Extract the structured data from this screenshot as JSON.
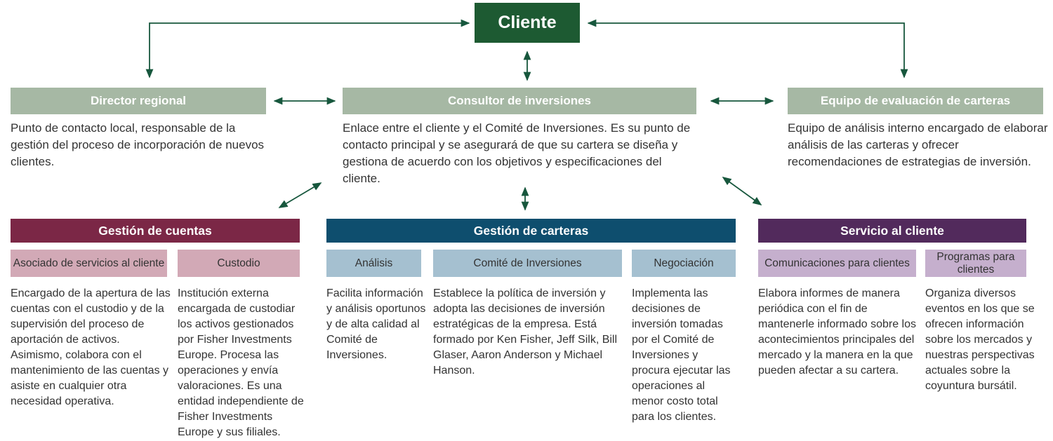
{
  "palette": {
    "green": "#1d5a32",
    "sage": "#a6b8a4",
    "maroon": "#7b2746",
    "pink": "#d2a9b6",
    "teal": "#0e4e6e",
    "blue": "#a5c0d0",
    "purple": "#522a5c",
    "lilac": "#c5afcd",
    "arrow": "#17573d",
    "text": "#333333"
  },
  "cliente": {
    "label": "Cliente"
  },
  "level2": [
    {
      "title": "Director regional",
      "description": "Punto de contacto local, responsable de la gestión del proceso de incorporación de nuevos clientes."
    },
    {
      "title": "Consultor de inversiones",
      "description": "Enlace entre el cliente y el Comité de Inversiones. Es su punto de contacto principal y se asegurará de que su cartera se diseña y gestiona de acuerdo con los objetivos y especificaciones del cliente."
    },
    {
      "title": "Equipo de evaluación de carteras",
      "description": "Equipo de análisis interno encargado de elaborar análisis de las carteras y ofrecer recomendaciones de estrategias de inversión."
    }
  ],
  "groups": [
    {
      "title": "Gestión de cuentas",
      "subitems": [
        {
          "title": "Asociado de servicios al cliente",
          "description": "Encargado de la apertura de las cuentas con el custodio y de la supervisión del proceso de aportación de activos.\nAsimismo, colabora con el mantenimiento de las cuentas y asiste en cualquier otra necesidad operativa."
        },
        {
          "title": "Custodio",
          "description": "Institución externa encargada de custodiar los activos gestionados por Fisher Investments Europe. Procesa las operaciones y envía valoraciones. Es una entidad independiente de Fisher Investments Europe y sus filiales."
        }
      ]
    },
    {
      "title": "Gestión de carteras",
      "subitems": [
        {
          "title": "Análisis",
          "description": "Facilita información y análisis oportunos y de alta calidad al Comité de Inversiones."
        },
        {
          "title": "Comité de Inversiones",
          "description": "Establece la política de inversión y adopta las decisiones de inversión estratégicas de la empresa. Está formado por Ken Fisher, Jeff Silk, Bill Glaser, Aaron Anderson y Michael Hanson."
        },
        {
          "title": "Negociación",
          "description": "Implementa las decisiones de inversión tomadas por el Comité de Inversiones y procura ejecutar las operaciones al menor costo total para los clientes."
        }
      ]
    },
    {
      "title": "Servicio al cliente",
      "subitems": [
        {
          "title": "Comunicaciones para clientes",
          "description": "Elabora informes de manera periódica con el fin de mantenerle informado sobre los acontecimientos principales del mercado y la manera en la que pueden afectar a su cartera."
        },
        {
          "title": "Programas para clientes",
          "description": "Organiza diversos eventos en los que se ofrecen información sobre los mercados y nuestras perspectivas actuales sobre la coyuntura bursátil."
        }
      ]
    }
  ]
}
